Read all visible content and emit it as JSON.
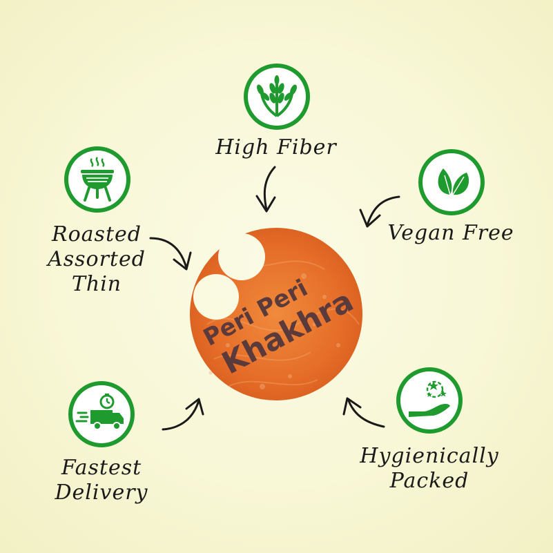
{
  "product": {
    "line1": "Peri Peri",
    "line2": "Khakhra"
  },
  "features": [
    {
      "icon": "wheat-icon",
      "lines": [
        "High Fiber"
      ]
    },
    {
      "icon": "leaf-icon",
      "lines": [
        "Vegan Free"
      ]
    },
    {
      "icon": "hand-sparkle-icon",
      "lines": [
        "Hygienically",
        "Packed"
      ]
    },
    {
      "icon": "delivery-truck-icon",
      "lines": [
        "Fastest",
        "Delivery"
      ]
    },
    {
      "icon": "grill-icon",
      "lines": [
        "Roasted",
        "Assorted",
        "Thin"
      ]
    }
  ],
  "colors": {
    "icon_green": "#1f9a2e",
    "cookie_orange": "#e8732c",
    "background": "#f8f7d6"
  }
}
